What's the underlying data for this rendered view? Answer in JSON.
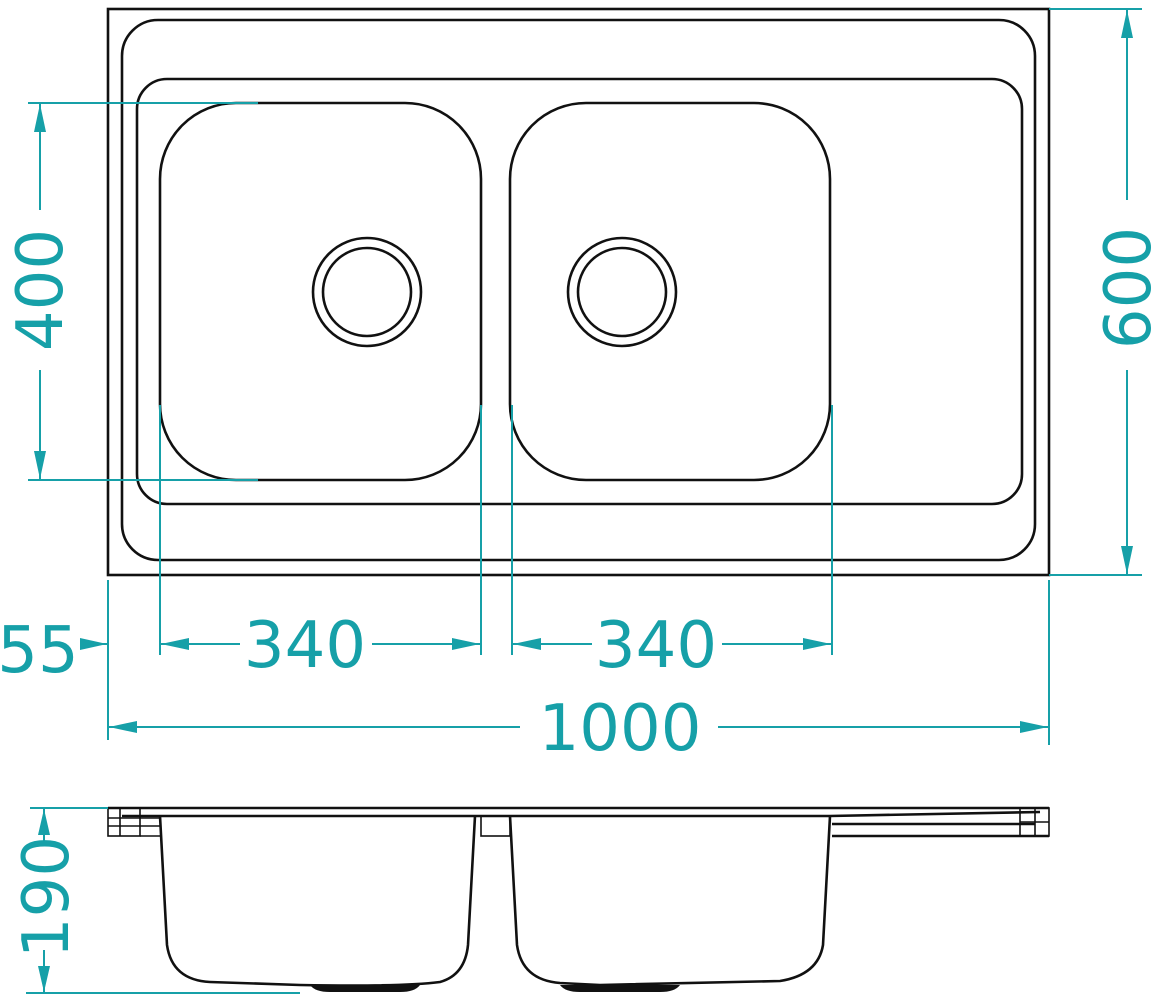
{
  "title": "Double bowl sink with drainer - dimension drawing",
  "colors": {
    "dimension": "#16a0a8",
    "outline": "#111111"
  },
  "dimensions": {
    "bowl_length": "400",
    "overall_width": "600",
    "bowl1_width": "340",
    "bowl2_width": "340",
    "edge_offset": "55",
    "overall_length": "1000",
    "depth": "190"
  }
}
